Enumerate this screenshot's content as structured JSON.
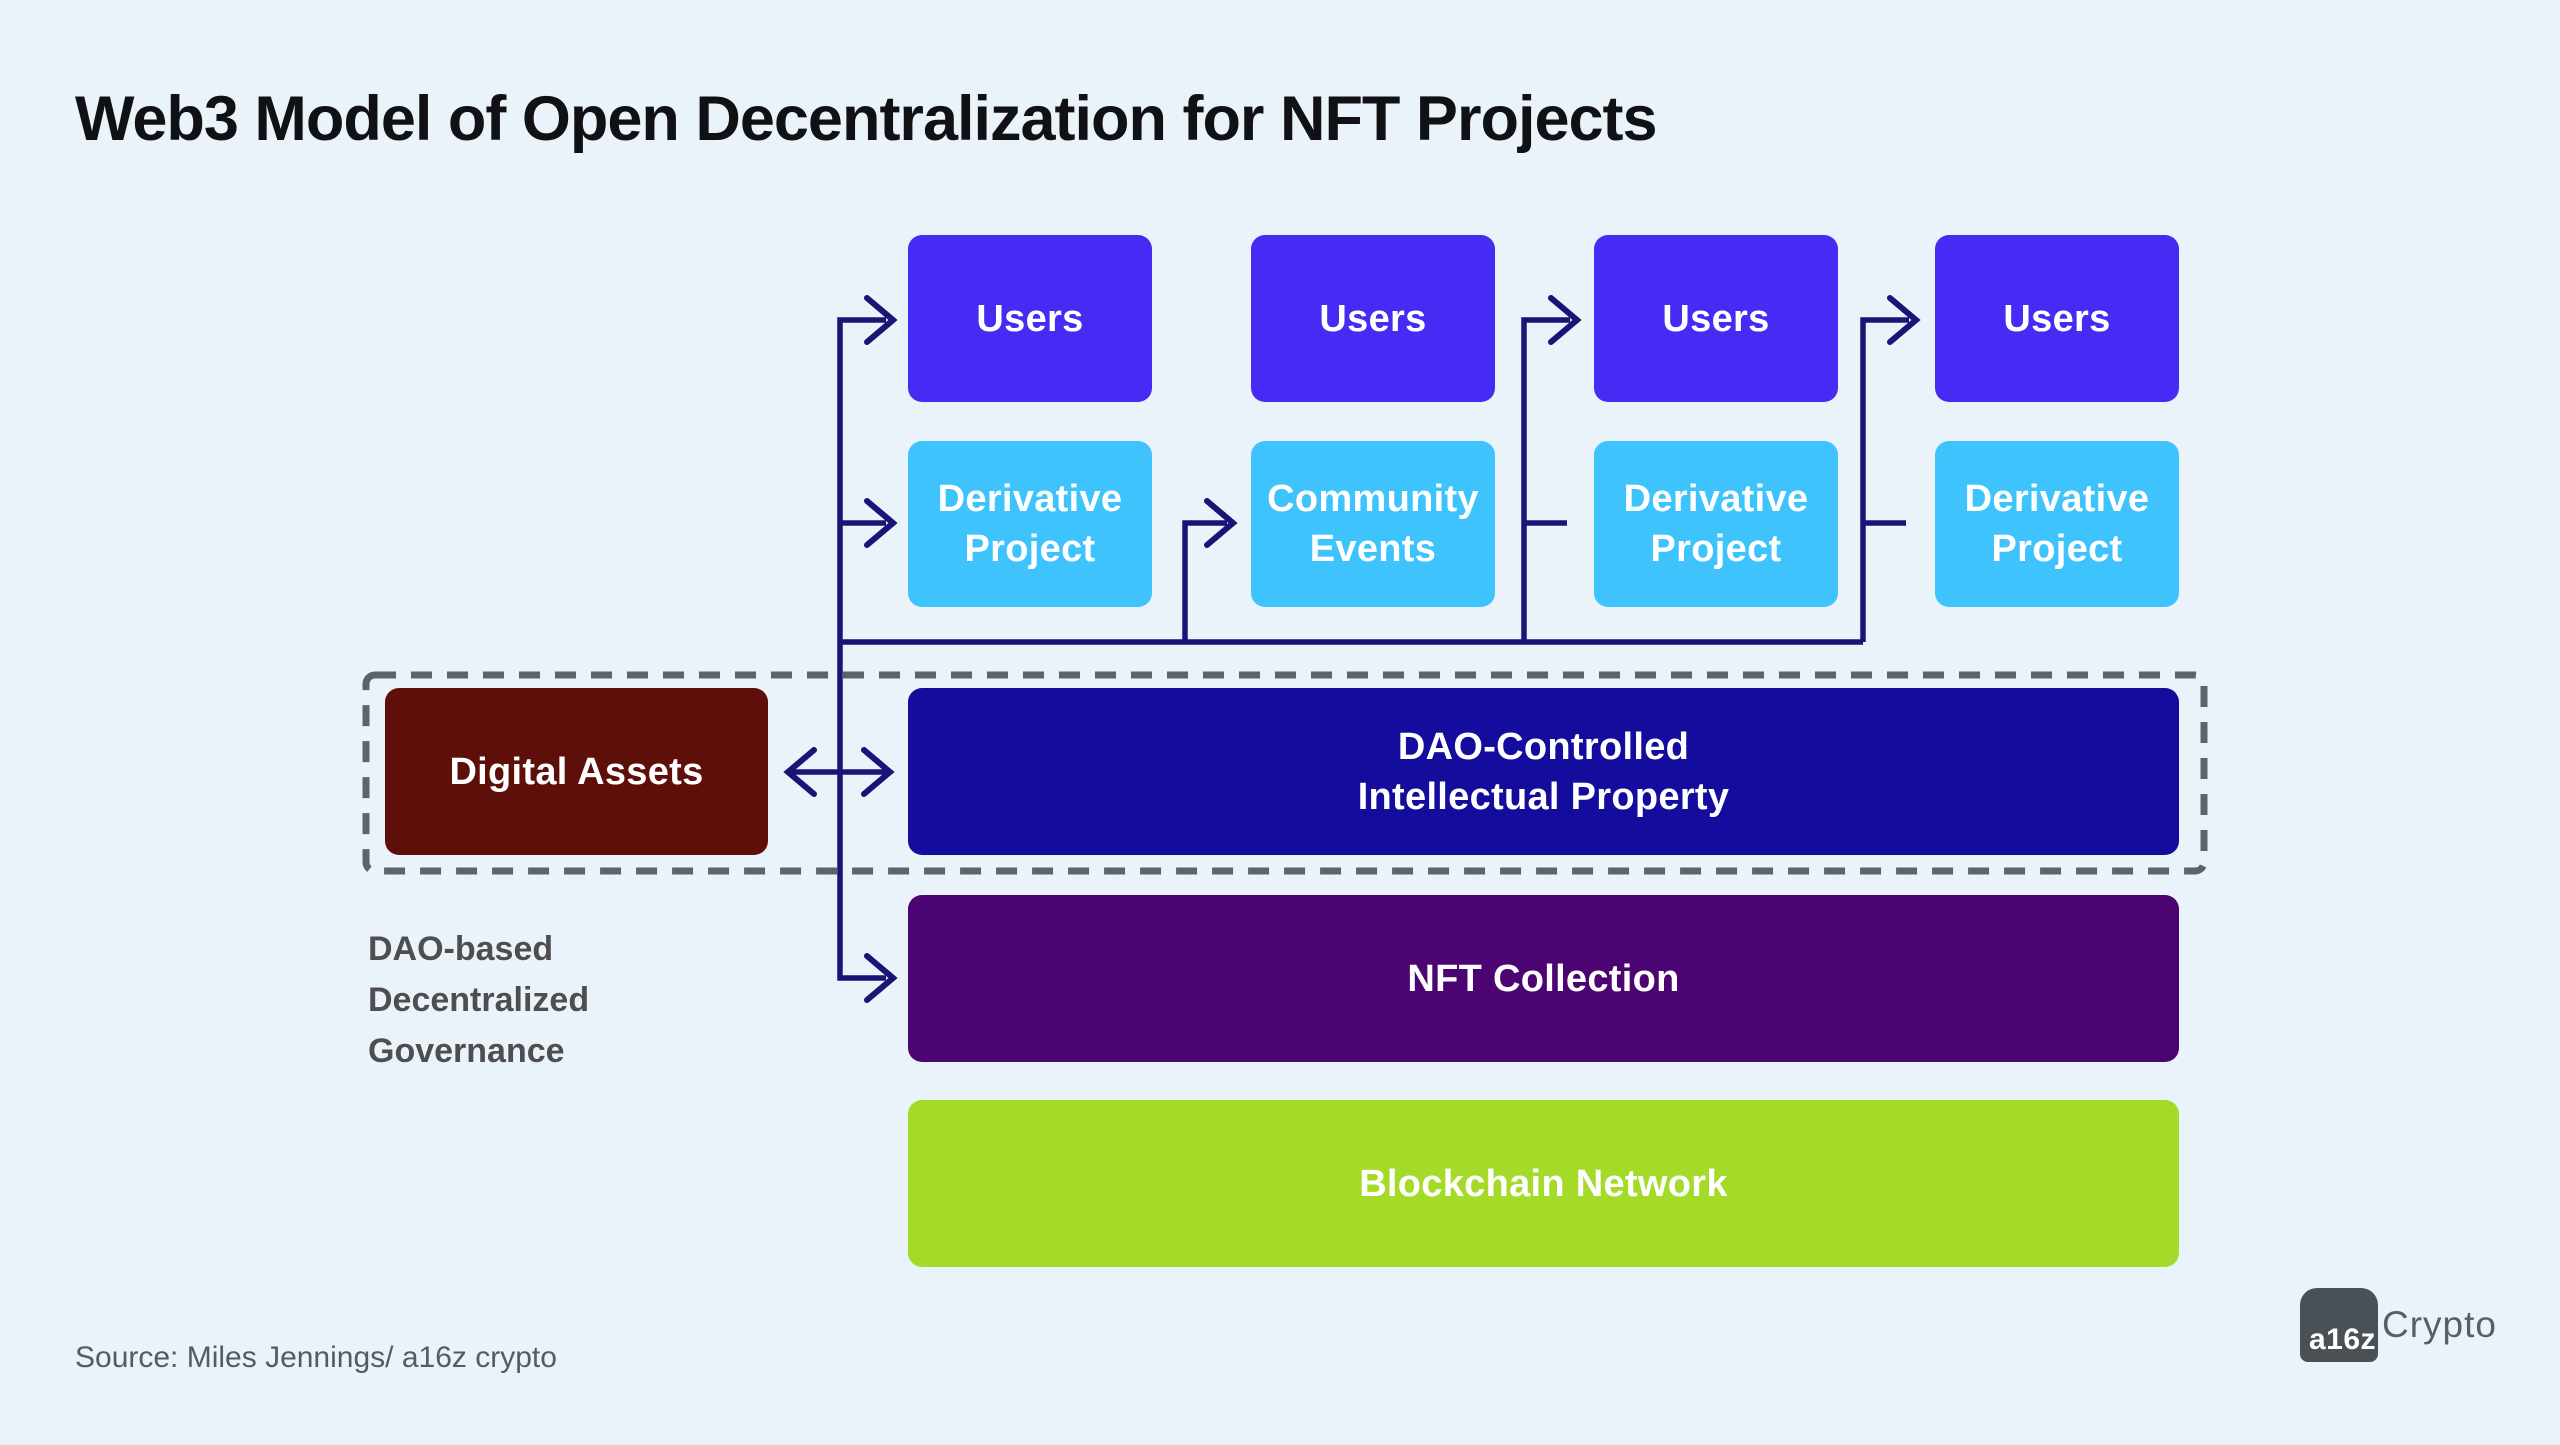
{
  "title": "Web3 Model of Open Decentralization for NFT Projects",
  "diagram": {
    "top_row": [
      {
        "label": "Users"
      },
      {
        "label": "Users"
      },
      {
        "label": "Users"
      },
      {
        "label": "Users"
      }
    ],
    "second_row": [
      {
        "label": "Derivative Project"
      },
      {
        "label": "Community Events"
      },
      {
        "label": "Derivative Project"
      },
      {
        "label": "Derivative Project"
      }
    ],
    "dashed_group": {
      "caption": "DAO-based\nDecentralized\nGovernance",
      "digital_assets": {
        "label": "Digital Assets"
      },
      "dao_ip": {
        "label": "DAO-Controlled\nIntellectual Property"
      }
    },
    "nft_collection": {
      "label": "NFT Collection"
    },
    "blockchain_network": {
      "label": "Blockchain Network"
    }
  },
  "footer": {
    "source": "Source:  Miles Jennings/ a16z crypto",
    "logo": {
      "mark": "a16z",
      "wordmark": "Crypto"
    }
  },
  "colors": {
    "background": "#EBF3FA",
    "users_box": "#462BF4",
    "secondary_box": "#3EC3FD",
    "digital_assets_box": "#5F0F0A",
    "dao_ip_box": "#140C9C",
    "nft_collection_box": "#4B0472",
    "blockchain_box": "#A3DB28",
    "connector_line": "#1B1476",
    "dashed_border": "#5C6467",
    "title_text": "#101114",
    "caption_text": "#4E4E50",
    "source_text": "#525C66",
    "logo_square": "#4A5156"
  }
}
